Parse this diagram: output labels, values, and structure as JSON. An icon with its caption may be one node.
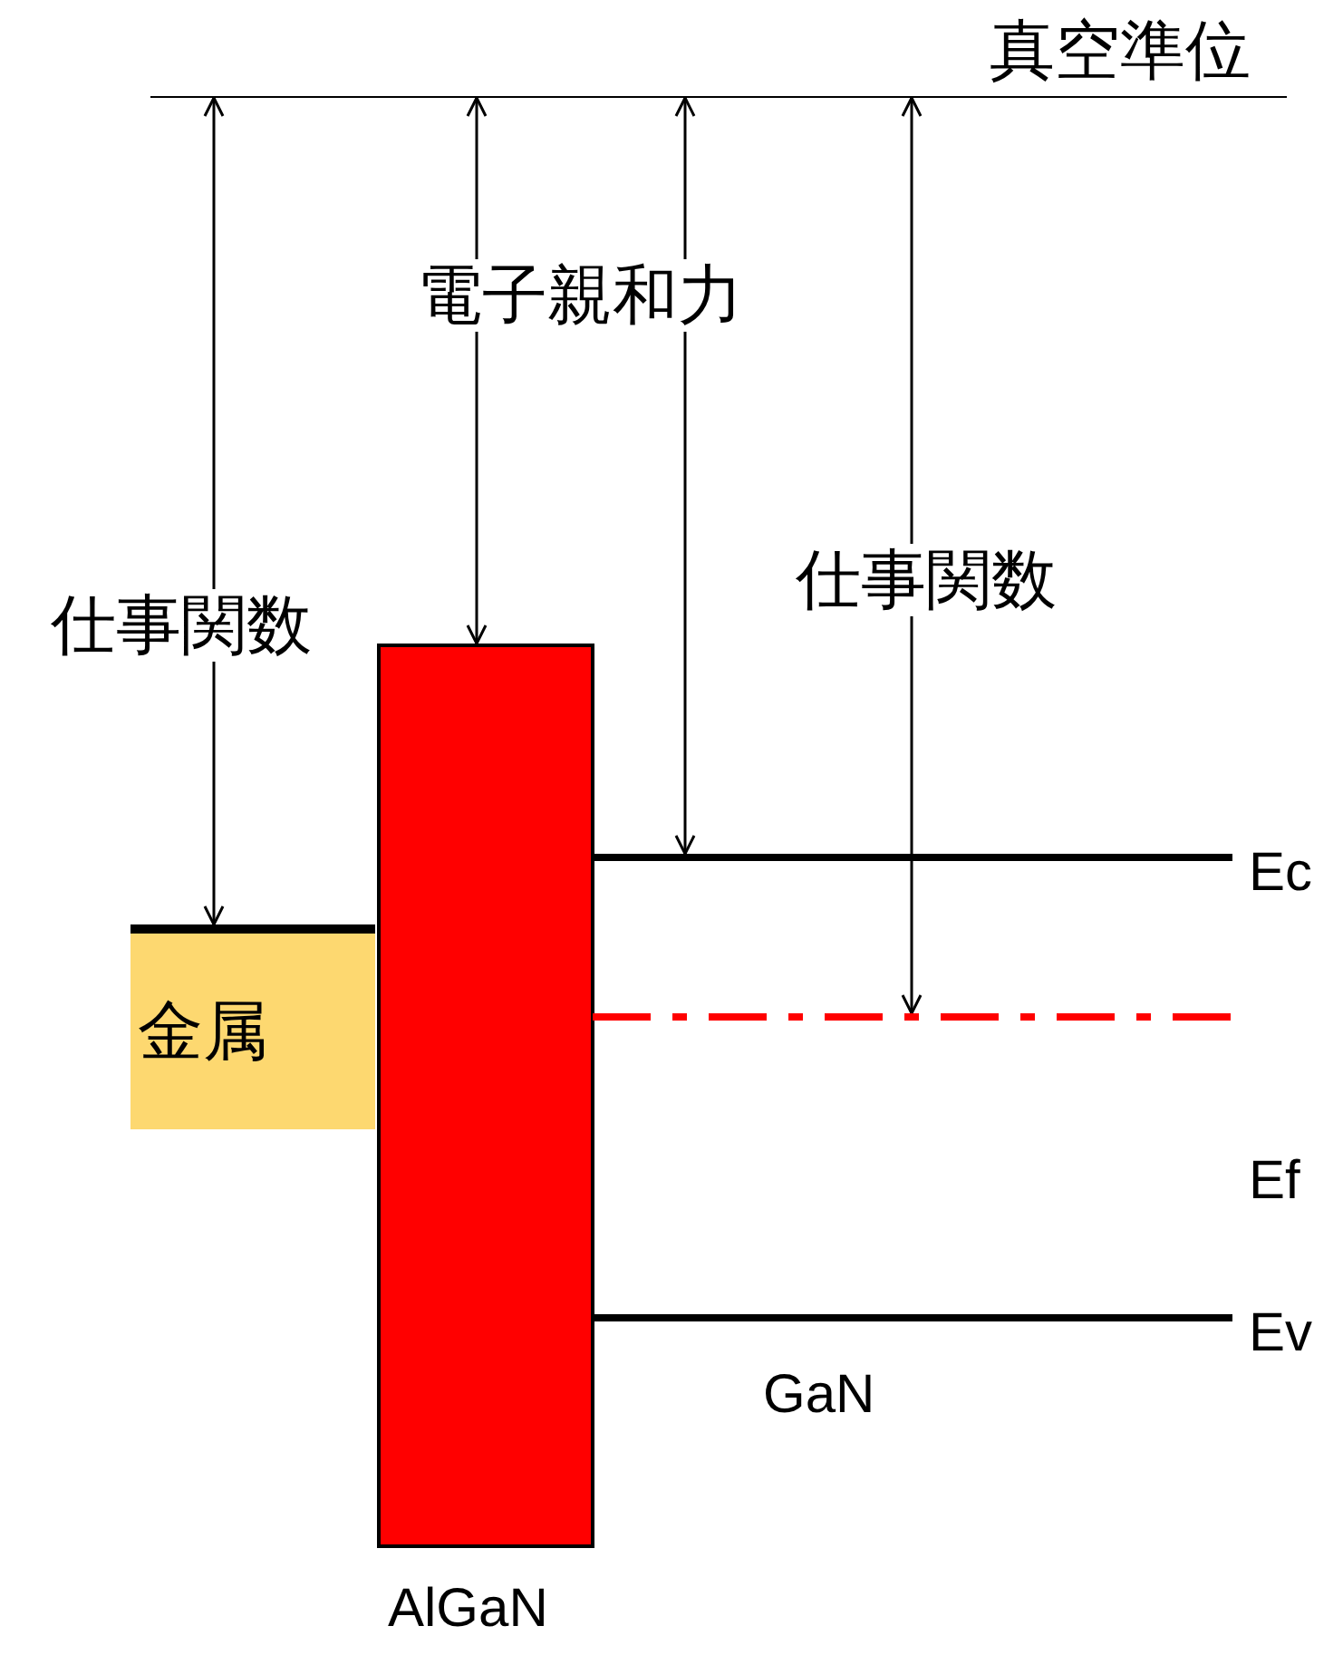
{
  "diagram": {
    "nodes": [
      {
        "text": [
          "真空準位"
        ]
      },
      {
        "text": [
          "金属"
        ]
      },
      {
        "text": [
          "AlGaN"
        ]
      },
      {
        "text": [
          "Ec"
        ]
      },
      {
        "text": [
          "Ef"
        ]
      },
      {
        "text": [
          "Ev"
        ]
      }
    ],
    "edges": [
      {
        "from": 0,
        "to": 1,
        "arrow": "both",
        "label": "仕事関数"
      },
      {
        "from": 0,
        "to": 2,
        "arrow": "both",
        "label": "電子親和力"
      },
      {
        "from": 0,
        "to": 3,
        "arrow": "both"
      },
      {
        "from": 0,
        "to": 4,
        "arrow": "both",
        "label": "仕事関数"
      }
    ],
    "labels": [
      "GaN"
    ]
  }
}
